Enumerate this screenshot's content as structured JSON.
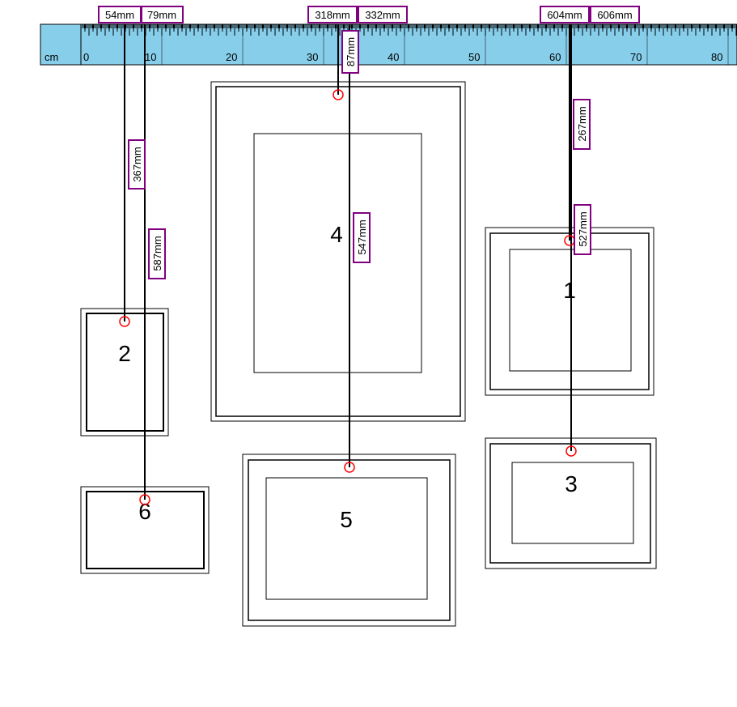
{
  "ruler": {
    "unit_label": "cm",
    "tick_labels": [
      "0",
      "10",
      "20",
      "30",
      "40",
      "50",
      "60",
      "70",
      "80"
    ],
    "color": "#87CEEB"
  },
  "frames": [
    {
      "id": "frame-1",
      "label": "1"
    },
    {
      "id": "frame-2",
      "label": "2"
    },
    {
      "id": "frame-3",
      "label": "3"
    },
    {
      "id": "frame-4",
      "label": "4"
    },
    {
      "id": "frame-5",
      "label": "5"
    },
    {
      "id": "frame-6",
      "label": "6"
    }
  ],
  "top_measurements": [
    {
      "id": "x-54",
      "text": "54mm"
    },
    {
      "id": "x-79",
      "text": "79mm"
    },
    {
      "id": "x-318",
      "text": "318mm"
    },
    {
      "id": "x-332",
      "text": "332mm"
    },
    {
      "id": "x-604",
      "text": "604mm"
    },
    {
      "id": "x-606",
      "text": "606mm"
    }
  ],
  "vertical_measurements": [
    {
      "id": "y-367",
      "text": "367mm"
    },
    {
      "id": "y-587",
      "text": "587mm"
    },
    {
      "id": "y-87",
      "text": "87mm"
    },
    {
      "id": "y-547",
      "text": "547mm"
    },
    {
      "id": "y-267",
      "text": "267mm"
    },
    {
      "id": "y-527",
      "text": "527mm"
    }
  ],
  "colors": {
    "label_border": "#800080",
    "hook": "#ff0000",
    "line": "#000000"
  }
}
